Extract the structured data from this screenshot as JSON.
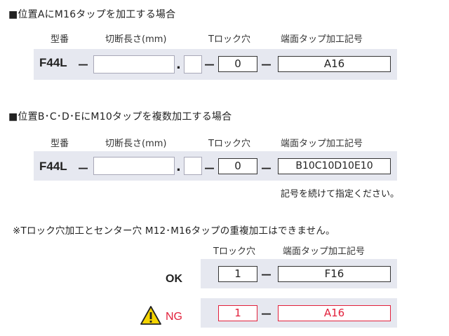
{
  "section_a": {
    "heading": "■位置AにM16タップを加工する場合",
    "col_model": "型番",
    "col_length": "切断長さ(mm)",
    "col_tlock": "Tロック穴",
    "col_code": "端面タップ加工記号",
    "model": "F44L",
    "dot": ".",
    "tlock": "0",
    "code": "A16"
  },
  "section_b": {
    "heading": "■位置B･C･D･EにM10タップを複数加工する場合",
    "col_model": "型番",
    "col_length": "切断長さ(mm)",
    "col_tlock": "Tロック穴",
    "col_code": "端面タップ加工記号",
    "model": "F44L",
    "dot": ".",
    "tlock": "0",
    "code": "B10C10D10E10",
    "note": "記号を続けて指定ください。"
  },
  "section_c": {
    "warning": "※Tロック穴加工とセンター穴 M12･M16タップの重複加工はできません。",
    "col_tlock": "Tロック穴",
    "col_code": "端面タップ加工記号",
    "ok_label": "OK",
    "ok_tlock": "1",
    "ok_code": "F16",
    "ng_label": "NG",
    "ng_tlock": "1",
    "ng_code": "A16"
  },
  "dash": "－",
  "icons": {
    "warning": "warning-triangle-icon"
  },
  "colors": {
    "band": "#e6e8f0",
    "ng": "#e2203b",
    "warning_fill": "#f5d400"
  }
}
